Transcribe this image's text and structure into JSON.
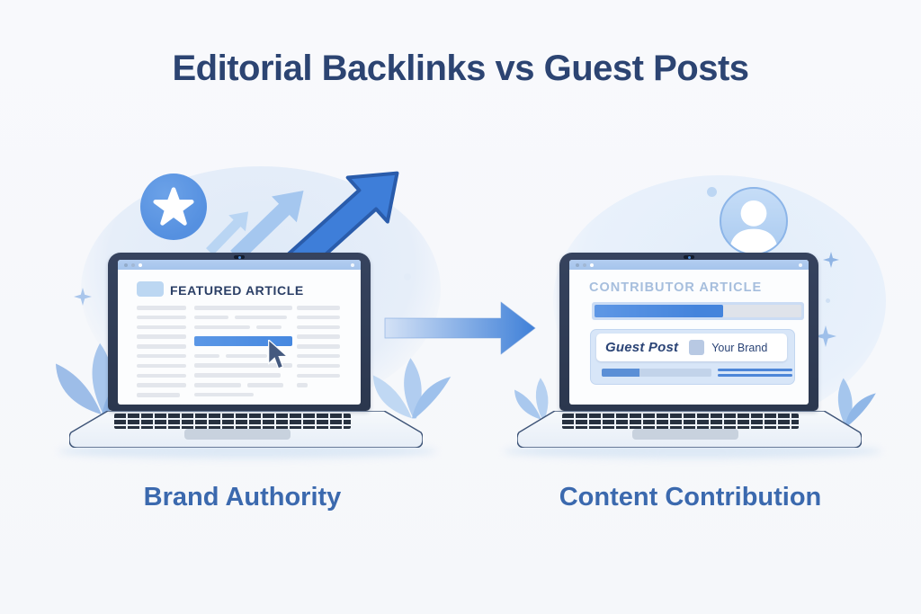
{
  "title": "Editorial Backlinks vs Guest Posts",
  "left": {
    "screen_title": "FEATURED ARTICLE",
    "caption": "Brand Authority"
  },
  "right": {
    "screen_title": "CONTRIBUTOR ARTICLE",
    "guest_post_label": "Guest Post",
    "your_brand_label": "Your Brand",
    "caption": "Content Contribution"
  },
  "icons": {
    "star-icon": "★ white star in blue circle badge",
    "growth-arrows-icon": "three ascending blue arrows",
    "flow-arrow-icon": "→ large left-to-right gradient arrow",
    "cursor-icon": "mouse pointer over highlighted link",
    "avatar-icon": "person silhouette in blue circle",
    "sparkle-icon": "four-point sparkle",
    "leaf-icon": "decorative blue leaves",
    "browser-dots-icon": "browser window control dots",
    "camera-icon": "laptop webcam dot"
  },
  "colors": {
    "title_text": "#2c4472",
    "caption_text": "#3b69ae",
    "accent_blue": "#4688e0",
    "light_blue_chip": "#bcd7f2",
    "muted_heading": "#a6bedd",
    "bezel_navy": "#2e3b54",
    "browser_bar": "#a9c7ec",
    "skeleton_line": "#e3e6ec",
    "panel_blue": "#d8e6f8",
    "background": "#f7f8fb"
  }
}
